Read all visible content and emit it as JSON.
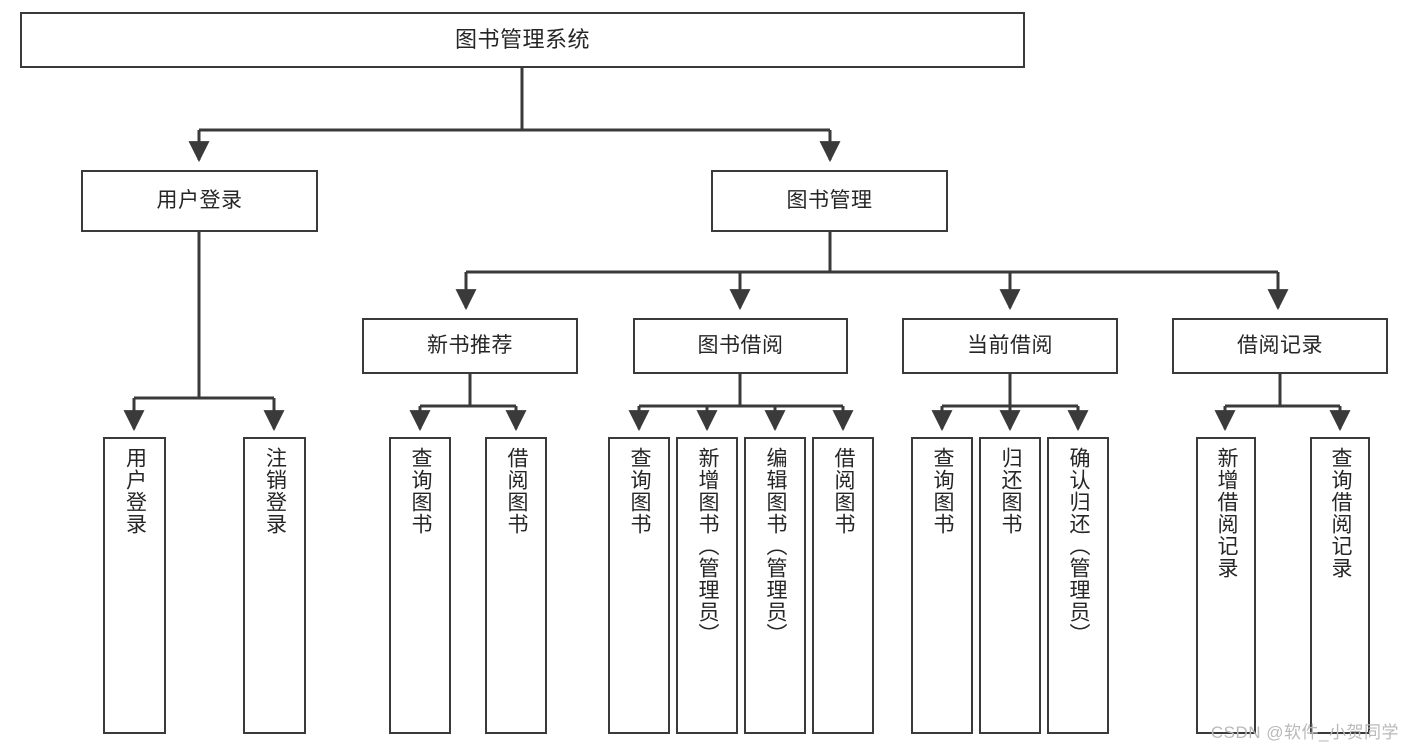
{
  "diagram": {
    "title": "图书管理系统",
    "watermark": "CSDN @软件_小贺同学",
    "colors": {
      "box_border": "#3a3a3a",
      "box_fill": "#ffffff",
      "edge": "#3a3a3a",
      "text": "#262626",
      "watermark": "#b9b9b9",
      "background": "#ffffff"
    }
  },
  "nodes": {
    "root": {
      "label": "图书管理系统"
    },
    "level2": [
      {
        "id": "user-login",
        "label": "用户登录"
      },
      {
        "id": "book-management",
        "label": "图书管理"
      }
    ],
    "level3": [
      {
        "id": "new-book-recommend",
        "label": "新书推荐"
      },
      {
        "id": "book-borrow",
        "label": "图书借阅"
      },
      {
        "id": "current-borrow",
        "label": "当前借阅"
      },
      {
        "id": "borrow-record",
        "label": "借阅记录"
      }
    ],
    "leaves": {
      "user-login": [
        {
          "id": "leaf-user-login",
          "label": "用户登录"
        },
        {
          "id": "leaf-user-logout",
          "label": "注销登录"
        }
      ],
      "new-book-recommend": [
        {
          "id": "leaf-query-book-1",
          "label": "查询图书"
        },
        {
          "id": "leaf-borrow-book-1",
          "label": "借阅图书"
        }
      ],
      "book-borrow": [
        {
          "id": "leaf-query-book-2",
          "label": "查询图书"
        },
        {
          "id": "leaf-add-book",
          "label": "新增图书（管理员）"
        },
        {
          "id": "leaf-edit-book",
          "label": "编辑图书（管理员）"
        },
        {
          "id": "leaf-borrow-book-2",
          "label": "借阅图书"
        }
      ],
      "current-borrow": [
        {
          "id": "leaf-query-book-3",
          "label": "查询图书"
        },
        {
          "id": "leaf-return-book",
          "label": "归还图书"
        },
        {
          "id": "leaf-confirm-return",
          "label": "确认归还（管理员）"
        }
      ],
      "borrow-record": [
        {
          "id": "leaf-add-record",
          "label": "新增借阅记录"
        },
        {
          "id": "leaf-query-record",
          "label": "查询借阅记录"
        }
      ]
    }
  }
}
